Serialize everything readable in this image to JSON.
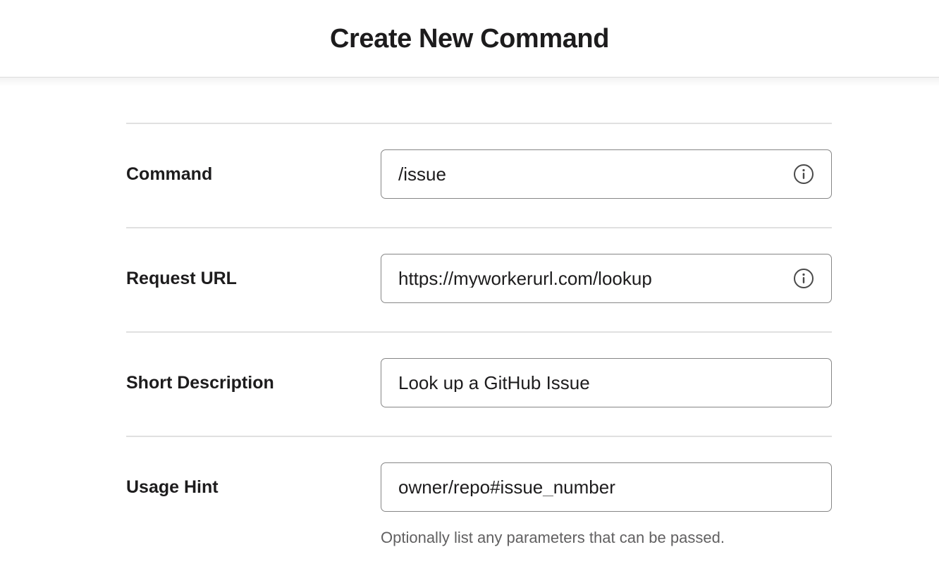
{
  "header": {
    "title": "Create New Command"
  },
  "form": {
    "rows": [
      {
        "label": "Command",
        "value": "/issue",
        "placeholder": "",
        "has_info_icon": true,
        "info_icon": "info-circle-icon",
        "help": ""
      },
      {
        "label": "Request URL",
        "value": "https://myworkerurl.com/lookup",
        "placeholder": "",
        "has_info_icon": true,
        "info_icon": "info-circle-icon",
        "help": ""
      },
      {
        "label": "Short Description",
        "value": "Look up a GitHub Issue",
        "placeholder": "",
        "has_info_icon": false,
        "info_icon": "",
        "help": ""
      },
      {
        "label": "Usage Hint",
        "value": "owner/repo#issue_number",
        "placeholder": "",
        "has_info_icon": false,
        "info_icon": "",
        "help": "Optionally list any parameters that can be passed."
      }
    ]
  },
  "colors": {
    "text_primary": "#1d1c1d",
    "text_muted": "#616061",
    "input_border": "#868686",
    "divider": "#e0e0e0",
    "background": "#ffffff"
  }
}
